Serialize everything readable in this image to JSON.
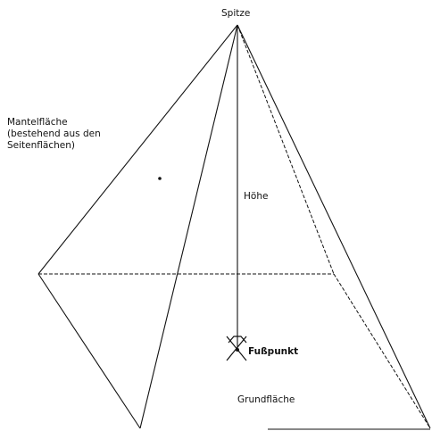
{
  "labels": {
    "apex": "Spitze",
    "lateral_surface": [
      "Mantelfläche",
      "(bestehend aus den",
      "Seitenflächen)"
    ],
    "height": "Höhe",
    "foot_point": "Fußpunkt",
    "base": "Grundfläche"
  },
  "colors": {
    "line": "#111111",
    "background": "#ffffff"
  }
}
